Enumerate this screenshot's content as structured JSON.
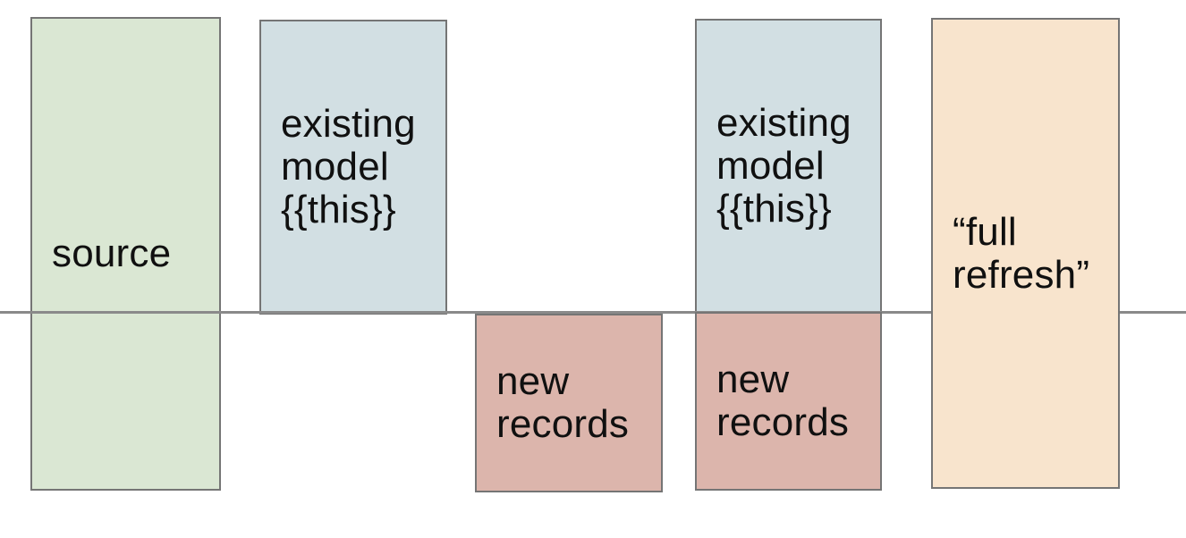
{
  "canvas": {
    "background": "#ffffff"
  },
  "diagram": {
    "description_colors": {
      "source_fill": "#dae7d3",
      "existing_model_fill": "#d2dfe3",
      "new_records_fill": "#dcb5ac",
      "full_refresh_fill": "#f8e4cd",
      "box_border": "#757575",
      "timeline_line": "#8a8a8a",
      "text": "#101010"
    },
    "boxes": [
      {
        "id": "source",
        "label": "source",
        "fill": "#dae7d3"
      },
      {
        "id": "existing-model-1",
        "label": "existing\nmodel\n{{this}}",
        "fill": "#d2dfe3"
      },
      {
        "id": "new-records-1",
        "label": "new\nrecords",
        "fill": "#dcb5ac"
      },
      {
        "id": "existing-model-2",
        "label": "existing\nmodel\n{{this}}",
        "fill": "#d2dfe3"
      },
      {
        "id": "new-records-2",
        "label": "new\nrecords",
        "fill": "#dcb5ac"
      },
      {
        "id": "full-refresh",
        "label": "“full\nrefresh”",
        "fill": "#f8e4cd"
      }
    ]
  }
}
